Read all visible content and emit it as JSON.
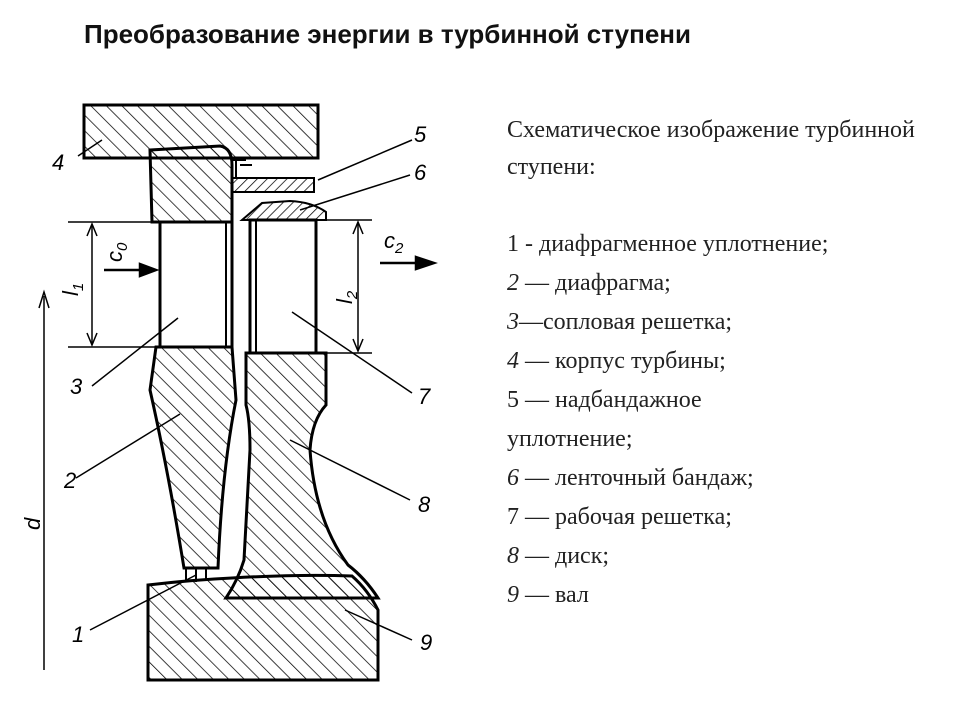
{
  "title": "Преобразование энергии в турбинной ступени",
  "legend": {
    "intro": "Схематическое изображение турбинной ступени:",
    "items": [
      {
        "num": "1",
        "text": " - диафрагменное уплотнение;"
      },
      {
        "num": "2",
        "text": " — диафрагма;"
      },
      {
        "num": "3",
        "text": "—сопловая решетка;"
      },
      {
        "num": "4",
        "text": " — корпус турбины;"
      },
      {
        "num": "5",
        "text": " — надбандажное уплотнение;"
      },
      {
        "num": "6",
        "text": " — ленточный бандаж;"
      },
      {
        "num": "7",
        "text": " — рабочая решетка;"
      },
      {
        "num": "8",
        "text": " — диск;"
      },
      {
        "num": "9",
        "text": " — вал"
      }
    ]
  },
  "diagram": {
    "part_labels": [
      "1",
      "2",
      "3",
      "4",
      "5",
      "6",
      "7",
      "8",
      "9"
    ],
    "dimensions": {
      "inlet_velocity": {
        "base": "c",
        "sub": "0"
      },
      "outlet_velocity": {
        "base": "c",
        "sub": "2"
      },
      "nozzle_height": {
        "base": "l",
        "sub": "1"
      },
      "blade_height": {
        "base": "l",
        "sub": "2"
      },
      "diameter": "d"
    }
  }
}
